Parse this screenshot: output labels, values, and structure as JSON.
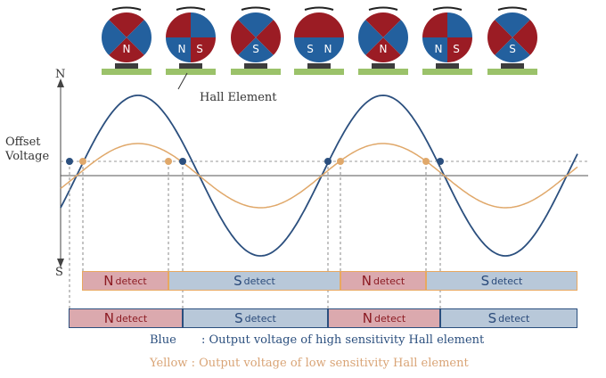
{
  "axis": {
    "top": "N",
    "bottom": "S",
    "offset_label": "Offset Voltage"
  },
  "hall_label": "Hall Element",
  "magnets": [
    {
      "labels": [
        "N"
      ]
    },
    {
      "labels": [
        "N",
        "S"
      ]
    },
    {
      "labels": [
        "S"
      ]
    },
    {
      "labels": [
        "S",
        "N"
      ]
    },
    {
      "labels": [
        "N"
      ]
    },
    {
      "labels": [
        "N",
        "S"
      ]
    },
    {
      "labels": [
        "S"
      ]
    }
  ],
  "low_row": [
    {
      "pole": "N",
      "text": "detect"
    },
    {
      "pole": "S",
      "text": "detect"
    },
    {
      "pole": "N",
      "text": "detect"
    },
    {
      "pole": "S",
      "text": "detect"
    }
  ],
  "high_row": [
    {
      "pole": "N",
      "text": "detect"
    },
    {
      "pole": "S",
      "text": "detect"
    },
    {
      "pole": "N",
      "text": "detect"
    },
    {
      "pole": "S",
      "text": "detect"
    }
  ],
  "legend": {
    "blue_key": "Blue",
    "blue_text": ": Output voltage of high sensitivity Hall element",
    "yellow_key": "Yellow",
    "yellow_text": ": Output voltage of low sensitivity Hall element"
  },
  "colors": {
    "blue": "#2b4f7e",
    "yellow": "#e0a86a",
    "red": "#9b1c24",
    "magnet_blue": "#23609e"
  }
}
